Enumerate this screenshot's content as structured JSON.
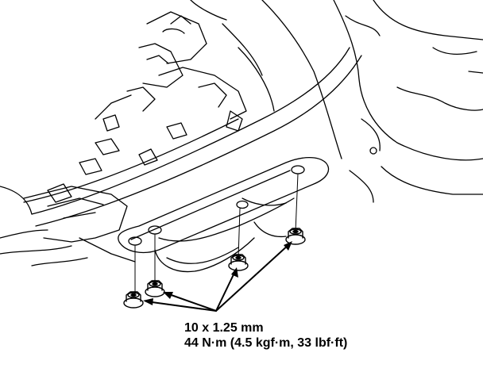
{
  "specification": {
    "bolt_size": "10 x 1.25 mm",
    "torque": "44 N·m (4.5 kgf·m, 33 lbf·ft)"
  },
  "fasteners": [
    "flange-nut",
    "flange-nut",
    "flange-nut",
    "flange-nut"
  ],
  "colors": {
    "ink": "#000000",
    "paper": "#ffffff"
  }
}
